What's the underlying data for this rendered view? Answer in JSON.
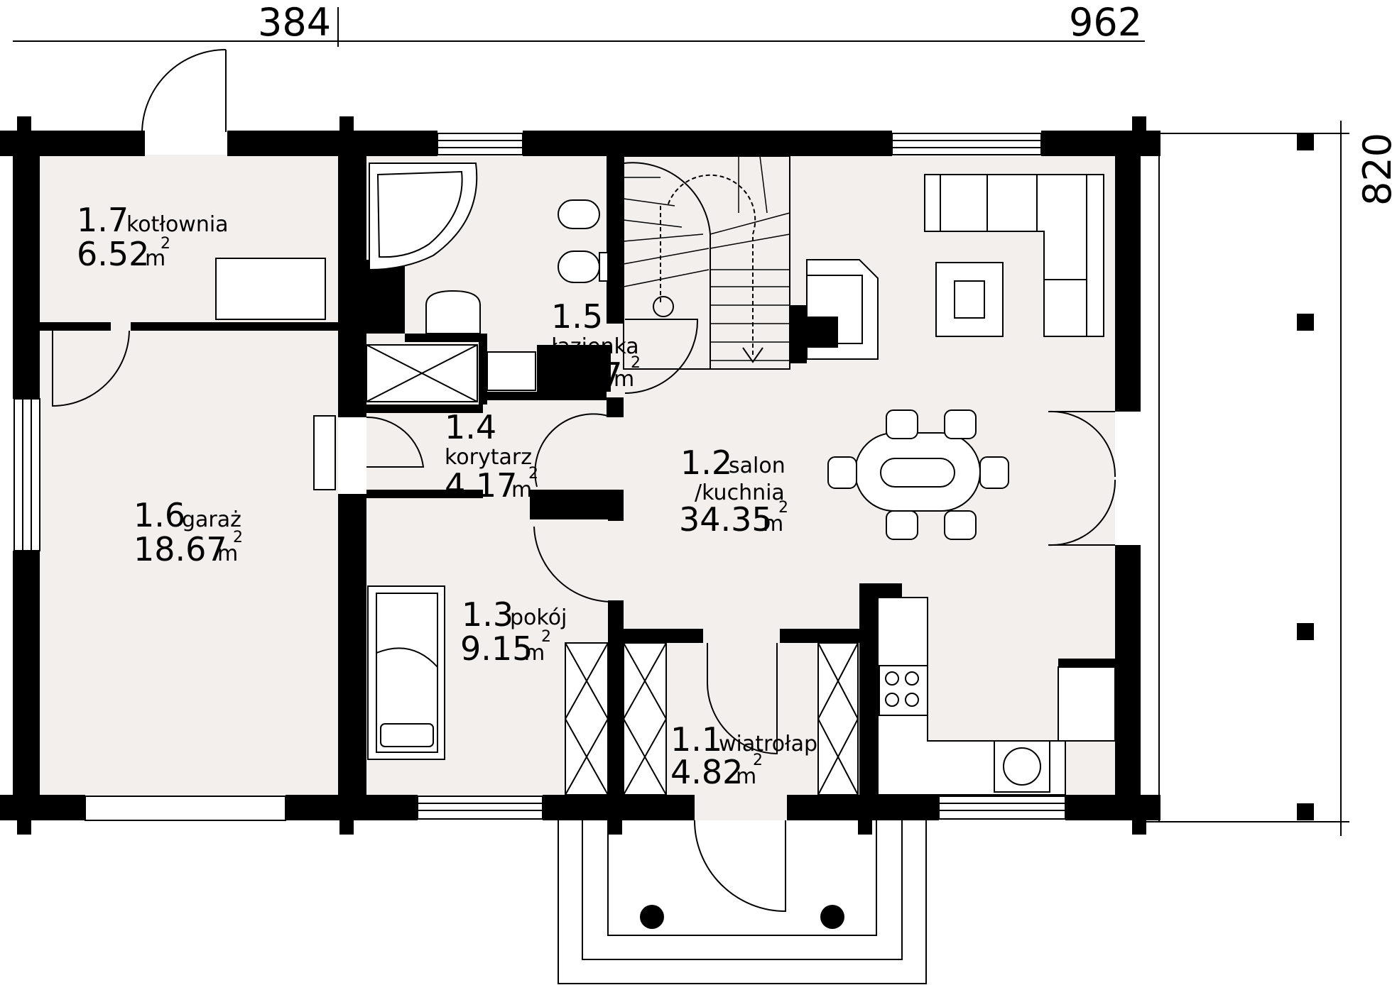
{
  "dimensions": {
    "top_left": "384",
    "top_right": "962",
    "right": "820"
  },
  "rooms": [
    {
      "id": "r11",
      "number": "1.1",
      "name": "wiatrołap",
      "area": "4.82",
      "unit": "m",
      "exp": "2"
    },
    {
      "id": "r12",
      "number": "1.2",
      "name": "salon",
      "name2": "/kuchnia",
      "area": "34.35",
      "unit": "m",
      "exp": "2"
    },
    {
      "id": "r13",
      "number": "1.3",
      "name": "pokój",
      "area": "9.15",
      "unit": "m",
      "exp": "2"
    },
    {
      "id": "r14",
      "number": "1.4",
      "name": "korytarz",
      "area": "4.17",
      "unit": "m",
      "exp": "2"
    },
    {
      "id": "r15",
      "number": "1.5",
      "name": "łazienka",
      "area": "6.57",
      "unit": "m",
      "exp": "2"
    },
    {
      "id": "r16",
      "number": "1.6",
      "name": "garaż",
      "area": "18.67",
      "unit": "m",
      "exp": "2"
    },
    {
      "id": "r17",
      "number": "1.7",
      "name": "kotłownia",
      "area": "6.52",
      "unit": "m",
      "exp": "2"
    }
  ],
  "colors": {
    "wall": "#000000",
    "floor": "#f3efec",
    "background": "#ffffff"
  }
}
